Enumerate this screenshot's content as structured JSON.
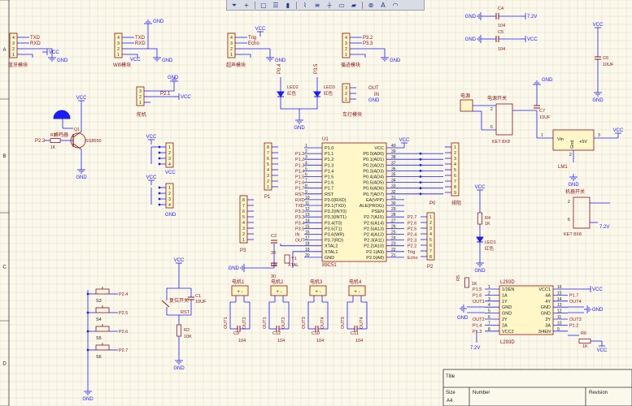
{
  "toolbar": {
    "buttons": [
      {
        "name": "filter-icon",
        "glyph": "⏷"
      },
      {
        "name": "add-icon",
        "glyph": "+"
      },
      {
        "name": "rectangle-select-icon",
        "glyph": "▢"
      },
      {
        "name": "align-icon",
        "glyph": "☰"
      },
      {
        "name": "component-icon",
        "glyph": "▮"
      },
      {
        "name": "wire-icon",
        "glyph": "⌇"
      },
      {
        "name": "bus-icon",
        "glyph": "≡"
      },
      {
        "name": "power-port-icon",
        "glyph": "⏚"
      },
      {
        "name": "net-label-icon",
        "glyph": "▭"
      },
      {
        "name": "port-icon",
        "glyph": "▰"
      },
      {
        "name": "no-erc-icon",
        "glyph": "⊗"
      },
      {
        "name": "text-icon",
        "glyph": "A"
      },
      {
        "name": "arc-icon",
        "glyph": "◠"
      }
    ]
  },
  "border": {
    "rows": [
      "A",
      "B",
      "C",
      "D"
    ]
  },
  "title_block": {
    "title_label": "Title",
    "size_label": "Size",
    "size_value": "A4",
    "number_label": "Number",
    "revision_label": "Revision"
  },
  "colors": {
    "wire": "#1b1bff",
    "component": "#8b1414",
    "net": "#8b1414",
    "body": "#fff7c8"
  },
  "power": {
    "gnd": "GND",
    "vcc": "VCC",
    "v72": "7.2V"
  },
  "modules": {
    "bluetooth": {
      "pins": [
        "4",
        "3",
        "2",
        "1"
      ],
      "nets": [
        "TXD",
        "RXD"
      ],
      "label": "蓝牙模块"
    },
    "wifi": {
      "pins": [
        "4",
        "3",
        "2",
        "1"
      ],
      "nets": [
        "TXD",
        "RXD"
      ],
      "label": "Wifi模块"
    },
    "ultrasonic": {
      "pins": [
        "4",
        "3",
        "2",
        "1"
      ],
      "nets": [
        "Trig",
        "Echo"
      ],
      "label": "超声模块"
    },
    "tracking": {
      "pins": [
        "4",
        "3",
        "2",
        "1"
      ],
      "nets": [
        "P3.2",
        "P3.3"
      ],
      "label": "循迹模块"
    },
    "servo": {
      "pins": [
        "3",
        "2",
        "1"
      ],
      "net": "P2.1",
      "label": "舵机"
    },
    "headlight": {
      "pins": [
        "3",
        "2",
        "1"
      ],
      "nets": [
        "OUT",
        "IN"
      ],
      "label": "车灯模块"
    }
  },
  "leds": {
    "led2": {
      "ref": "LED2",
      "color": "红色",
      "net": "P0.4"
    },
    "led3": {
      "ref": "LED3",
      "color": "红色",
      "net": "P3.5"
    },
    "led1": {
      "ref": "LED1",
      "color": "红色"
    }
  },
  "buzzer": {
    "label": "蜂鸣器",
    "net": "P2.3",
    "r": "R3",
    "rval": "1K",
    "q": "Q1",
    "qval": "SS8550"
  },
  "caps": {
    "c4": {
      "ref": "C4",
      "val": "104"
    },
    "c5": {
      "ref": "C5",
      "val": "104"
    },
    "c6": {
      "ref": "C6",
      "val": "10UF"
    },
    "c7": {
      "ref": "C7",
      "val": "10UF"
    },
    "c1": {
      "ref": "C1",
      "val": "10UF"
    },
    "c2": {
      "ref": "C2",
      "val": "30"
    },
    "c3": {
      "ref": "C3",
      "val": "30"
    }
  },
  "mcu": {
    "ref": "U1",
    "part": "89C51",
    "left_pins": [
      {
        "num": "1",
        "net": "",
        "pin": "P1.0"
      },
      {
        "num": "2",
        "net": "P1.2",
        "pin": "P1.1"
      },
      {
        "num": "3",
        "net": "P1.2",
        "pin": "P1.2"
      },
      {
        "num": "4",
        "net": "P1.3",
        "pin": "P1.3"
      },
      {
        "num": "5",
        "net": "P1.4",
        "pin": "P1.4"
      },
      {
        "num": "6",
        "net": "P1.5",
        "pin": "P1.5"
      },
      {
        "num": "7",
        "net": "P1.6",
        "pin": "P1.6"
      },
      {
        "num": "8",
        "net": "P1.7",
        "pin": "P1.7"
      },
      {
        "num": "9",
        "net": "RST",
        "pin": "RST"
      },
      {
        "num": "10",
        "net": "RXD",
        "pin": "P3.0(RXD)"
      },
      {
        "num": "11",
        "net": "TXD",
        "pin": "P3.1(TXD)"
      },
      {
        "num": "12",
        "net": "P3.2",
        "pin": "P3.2(INT0)"
      },
      {
        "num": "13",
        "net": "P3.3",
        "pin": "P3.3(INT1)"
      },
      {
        "num": "14",
        "net": "P3.4",
        "pin": "P3.4(T0)"
      },
      {
        "num": "15",
        "net": "P3.5",
        "pin": "P3.5(T1)"
      },
      {
        "num": "16",
        "net": "IN",
        "pin": "P3.6(WR)"
      },
      {
        "num": "17",
        "net": "OUT",
        "pin": "P3.7(RD)"
      },
      {
        "num": "18",
        "net": "",
        "pin": "XTAL2"
      },
      {
        "num": "19",
        "net": "",
        "pin": "XTAL1"
      },
      {
        "num": "20",
        "net": "",
        "pin": "GND"
      }
    ],
    "right_pins": [
      {
        "num": "40",
        "net": "",
        "pin": "VCC"
      },
      {
        "num": "39",
        "net": "",
        "pin": "P0.0(AD0)"
      },
      {
        "num": "38",
        "net": "",
        "pin": "P0.1(AD1)"
      },
      {
        "num": "37",
        "net": "",
        "pin": "P0.2(AD2)"
      },
      {
        "num": "36",
        "net": "",
        "pin": "P0.3(AD3)"
      },
      {
        "num": "35",
        "net": "",
        "pin": "P0.4(AD4)"
      },
      {
        "num": "34",
        "net": "",
        "pin": "P0.5(AD5)"
      },
      {
        "num": "33",
        "net": "",
        "pin": "P0.6(AD6)"
      },
      {
        "num": "32",
        "net": "",
        "pin": "P0.7(AD7)"
      },
      {
        "num": "31",
        "net": "",
        "pin": "EA(VPP)"
      },
      {
        "num": "30",
        "net": "",
        "pin": "ALE(PROG)"
      },
      {
        "num": "29",
        "net": "",
        "pin": "PSEN"
      },
      {
        "num": "28",
        "net": "P2.7",
        "pin": "P2.7(A15)"
      },
      {
        "num": "27",
        "net": "P2.6",
        "pin": "P2.6(A14)"
      },
      {
        "num": "26",
        "net": "P2.5",
        "pin": "P2.5(A13)"
      },
      {
        "num": "25",
        "net": "P2.4",
        "pin": "P2.4(A12)"
      },
      {
        "num": "24",
        "net": "P2.3",
        "pin": "P2.3(A11)"
      },
      {
        "num": "23",
        "net": "P2.2",
        "pin": "P2.2(A10)"
      },
      {
        "num": "22",
        "net": "Trig",
        "pin": "P2.1(A9)"
      },
      {
        "num": "21",
        "net": "Echo",
        "pin": "P2.0(A8)"
      }
    ]
  },
  "headers": {
    "p0": {
      "ref": "P0",
      "label": "排阻",
      "pins": [
        "1",
        "2",
        "3",
        "4",
        "5",
        "6",
        "7",
        "8",
        "9"
      ]
    },
    "p1": {
      "ref": "P1"
    },
    "p2": {
      "ref": "P2"
    },
    "p3": {
      "ref": "P3"
    },
    "vcc_header": {
      "pins": [
        "1",
        "2",
        "3",
        "4"
      ]
    },
    "gnd_header": {
      "pins": [
        "1",
        "2",
        "3",
        "4"
      ]
    }
  },
  "crystal": {
    "ref": "Y1",
    "label": "XTAL"
  },
  "power_block": {
    "jack": "电源",
    "switch": "电源开关",
    "key": "KET 8X8",
    "regulator": {
      "ref": "LM1",
      "vin": "Vin",
      "vout": "+5V",
      "gnd": "Gnd",
      "p1": "1",
      "p2": "2",
      "p3": "3"
    }
  },
  "motor_switch": {
    "label": "机器开关",
    "key": "KET 8X8"
  },
  "resistors": {
    "r4": {
      "ref": "R4",
      "val": "1K"
    },
    "r2": {
      "ref": "R2",
      "val": "10K"
    },
    "r5": {
      "ref": "R5",
      "val": "1K"
    },
    "r6": {
      "ref": "R6",
      "val": "1K"
    }
  },
  "reset": {
    "label": "复位开关",
    "net": "RST"
  },
  "buttons": [
    {
      "ref": "S3",
      "net": "P2.4"
    },
    {
      "ref": "S4",
      "net": "P2.5"
    },
    {
      "ref": "S5",
      "net": "P2.6"
    },
    {
      "ref": "S6",
      "net": "P2.7"
    }
  ],
  "motors": [
    {
      "label": "电机1",
      "cap": "C9",
      "val": "104",
      "a": "OUT1",
      "b": "OUT2"
    },
    {
      "label": "电机2",
      "cap": "C12",
      "val": "104",
      "a": "OUT1",
      "b": "OUT2"
    },
    {
      "label": "电机3",
      "cap": "C10",
      "val": "104",
      "a": "OUT3",
      "b": "OUT4"
    },
    {
      "label": "电机4",
      "cap": "C11",
      "val": "104",
      "a": "OUT3",
      "b": "OUT4"
    }
  ],
  "driver": {
    "ref": "L293D",
    "part": "L293D",
    "left": [
      {
        "num": "1",
        "pin": "1/2EN",
        "net": "P1.5"
      },
      {
        "num": "2",
        "pin": "1A",
        "net": "P1.6"
      },
      {
        "num": "3",
        "pin": "1Y",
        "net": "OUT1"
      },
      {
        "num": "4",
        "pin": "GND",
        "net": ""
      },
      {
        "num": "5",
        "pin": "GND",
        "net": ""
      },
      {
        "num": "6",
        "pin": "2Y",
        "net": "OUT2"
      },
      {
        "num": "7",
        "pin": "2A",
        "net": "P1.4"
      },
      {
        "num": "8",
        "pin": "VCC2",
        "net": "P1.3"
      }
    ],
    "right": [
      {
        "num": "16",
        "pin": "VCC1",
        "net": ""
      },
      {
        "num": "15",
        "pin": "4A",
        "net": "P1.7"
      },
      {
        "num": "14",
        "pin": "4Y",
        "net": "OUT4"
      },
      {
        "num": "13",
        "pin": "GND",
        "net": ""
      },
      {
        "num": "12",
        "pin": "GND",
        "net": ""
      },
      {
        "num": "11",
        "pin": "3Y",
        "net": "OUT3"
      },
      {
        "num": "10",
        "pin": "3A",
        "net": "P1.2"
      },
      {
        "num": "9",
        "pin": "3/4EN",
        "net": ""
      }
    ]
  }
}
